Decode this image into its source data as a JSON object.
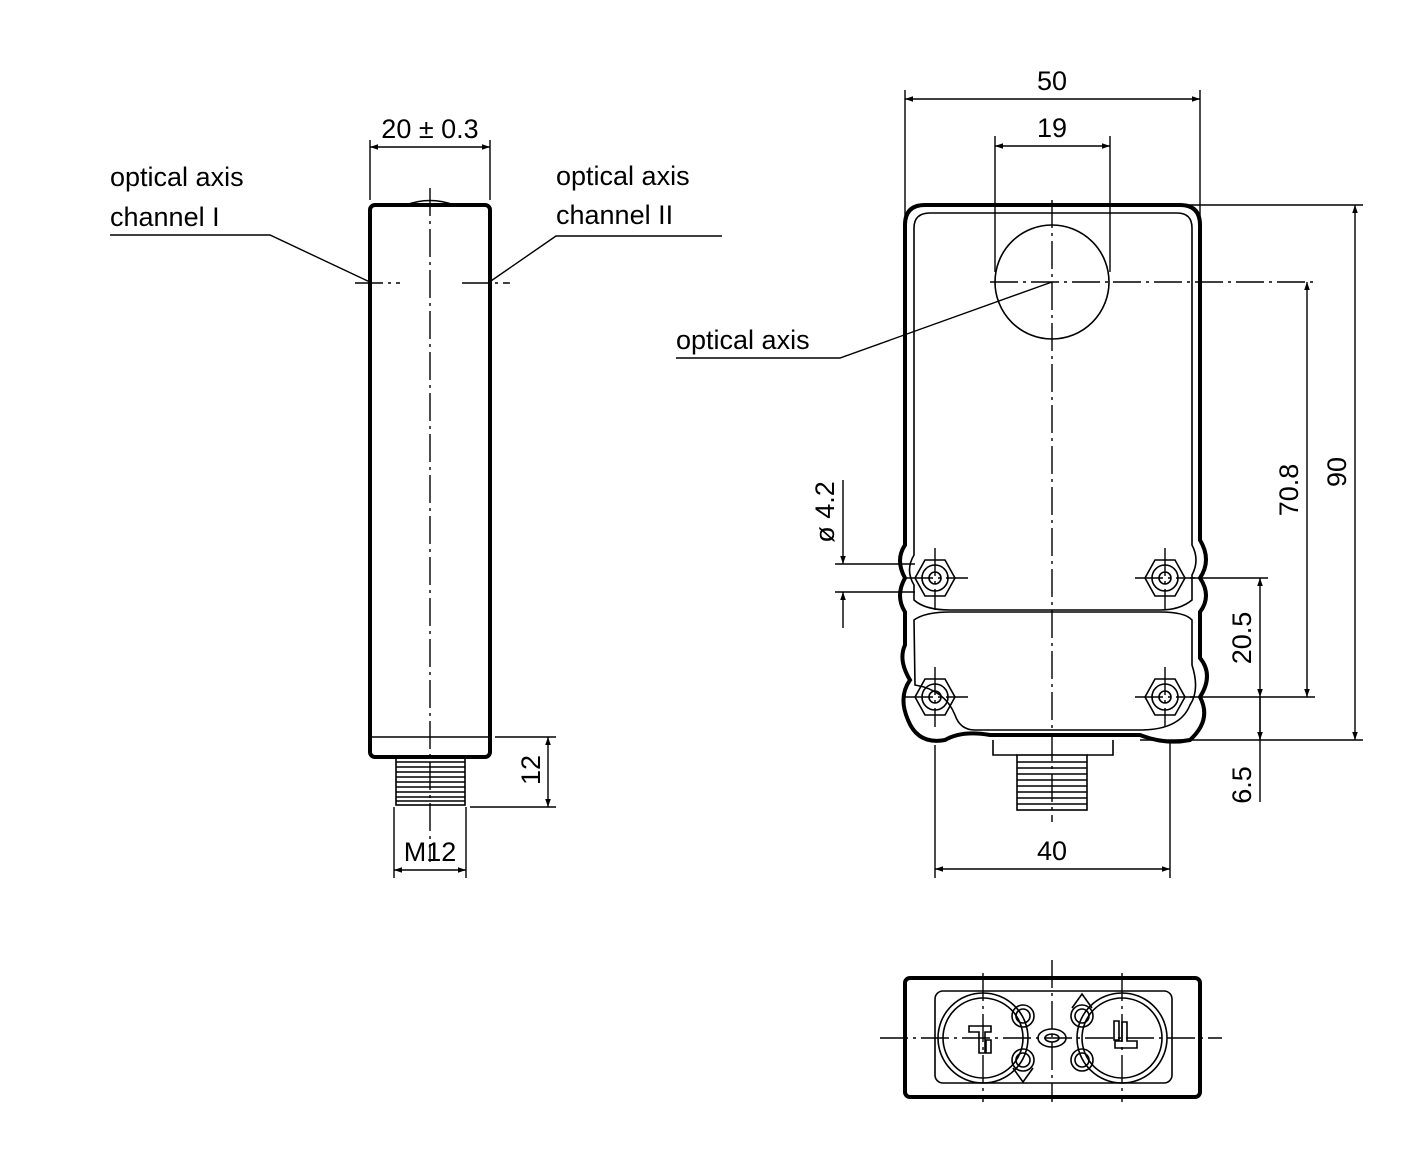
{
  "side_view": {
    "width_dim": "20 ± 0.3",
    "label_left_line1": "optical axis",
    "label_left_line2": "channel I",
    "label_right_line1": "optical axis",
    "label_right_line2": "channel II",
    "connector_length_dim": "12",
    "thread_dim": "M12"
  },
  "front_view": {
    "width_dim": "50",
    "lens_dim": "19",
    "optical_axis_label": "optical axis",
    "hole_dim": "ø 4.2",
    "axis_height_dim": "70.8",
    "height_dim": "90",
    "hole_spacing_dim": "20.5",
    "hole_offset_dim": "6.5",
    "hole_span_dim": "40"
  }
}
